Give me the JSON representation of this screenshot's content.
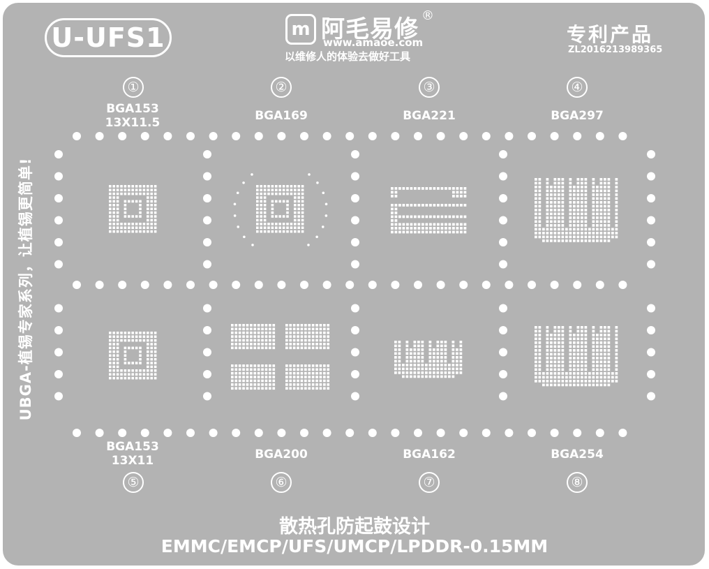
{
  "stencil": {
    "model": "U-UFS1",
    "brand": {
      "logo_glyph": "m",
      "name": "阿毛易修",
      "registered_mark": "®",
      "url": "www.amaoe.com",
      "slogan": "以维修人的体验去做好工具"
    },
    "patent": {
      "title": "专利产品",
      "number": "ZL2016213989365"
    },
    "side_text": "UBGA-植锡专家系列，让植锡更简单!",
    "footer": {
      "line1": "散热孔防起鼓设计",
      "line2": "EMMC/EMCP/UFS/UMCP/LPDDR-0.15MM"
    },
    "chips": [
      {
        "number": "①",
        "label_line1": "BGA153",
        "label_line2": "13X11.5",
        "pattern": "square-ring"
      },
      {
        "number": "②",
        "label_line1": "BGA169",
        "label_line2": "",
        "pattern": "square-ring-with-arcs"
      },
      {
        "number": "③",
        "label_line1": "BGA221",
        "label_line2": "",
        "pattern": "split-bars"
      },
      {
        "number": "④",
        "label_line1": "BGA297",
        "label_line2": "",
        "pattern": "comb-bars"
      },
      {
        "number": "⑤",
        "label_line1": "BGA153",
        "label_line2": "13X11",
        "pattern": "square-ring"
      },
      {
        "number": "⑥",
        "label_line1": "BGA200",
        "label_line2": "",
        "pattern": "four-blocks"
      },
      {
        "number": "⑦",
        "label_line1": "BGA162",
        "label_line2": "",
        "pattern": "comb-bars-small"
      },
      {
        "number": "⑧",
        "label_line1": "BGA254",
        "label_line2": "",
        "pattern": "comb-bars"
      }
    ],
    "colors": {
      "plate": "#b3b3b3",
      "print": "#ffffff"
    }
  }
}
